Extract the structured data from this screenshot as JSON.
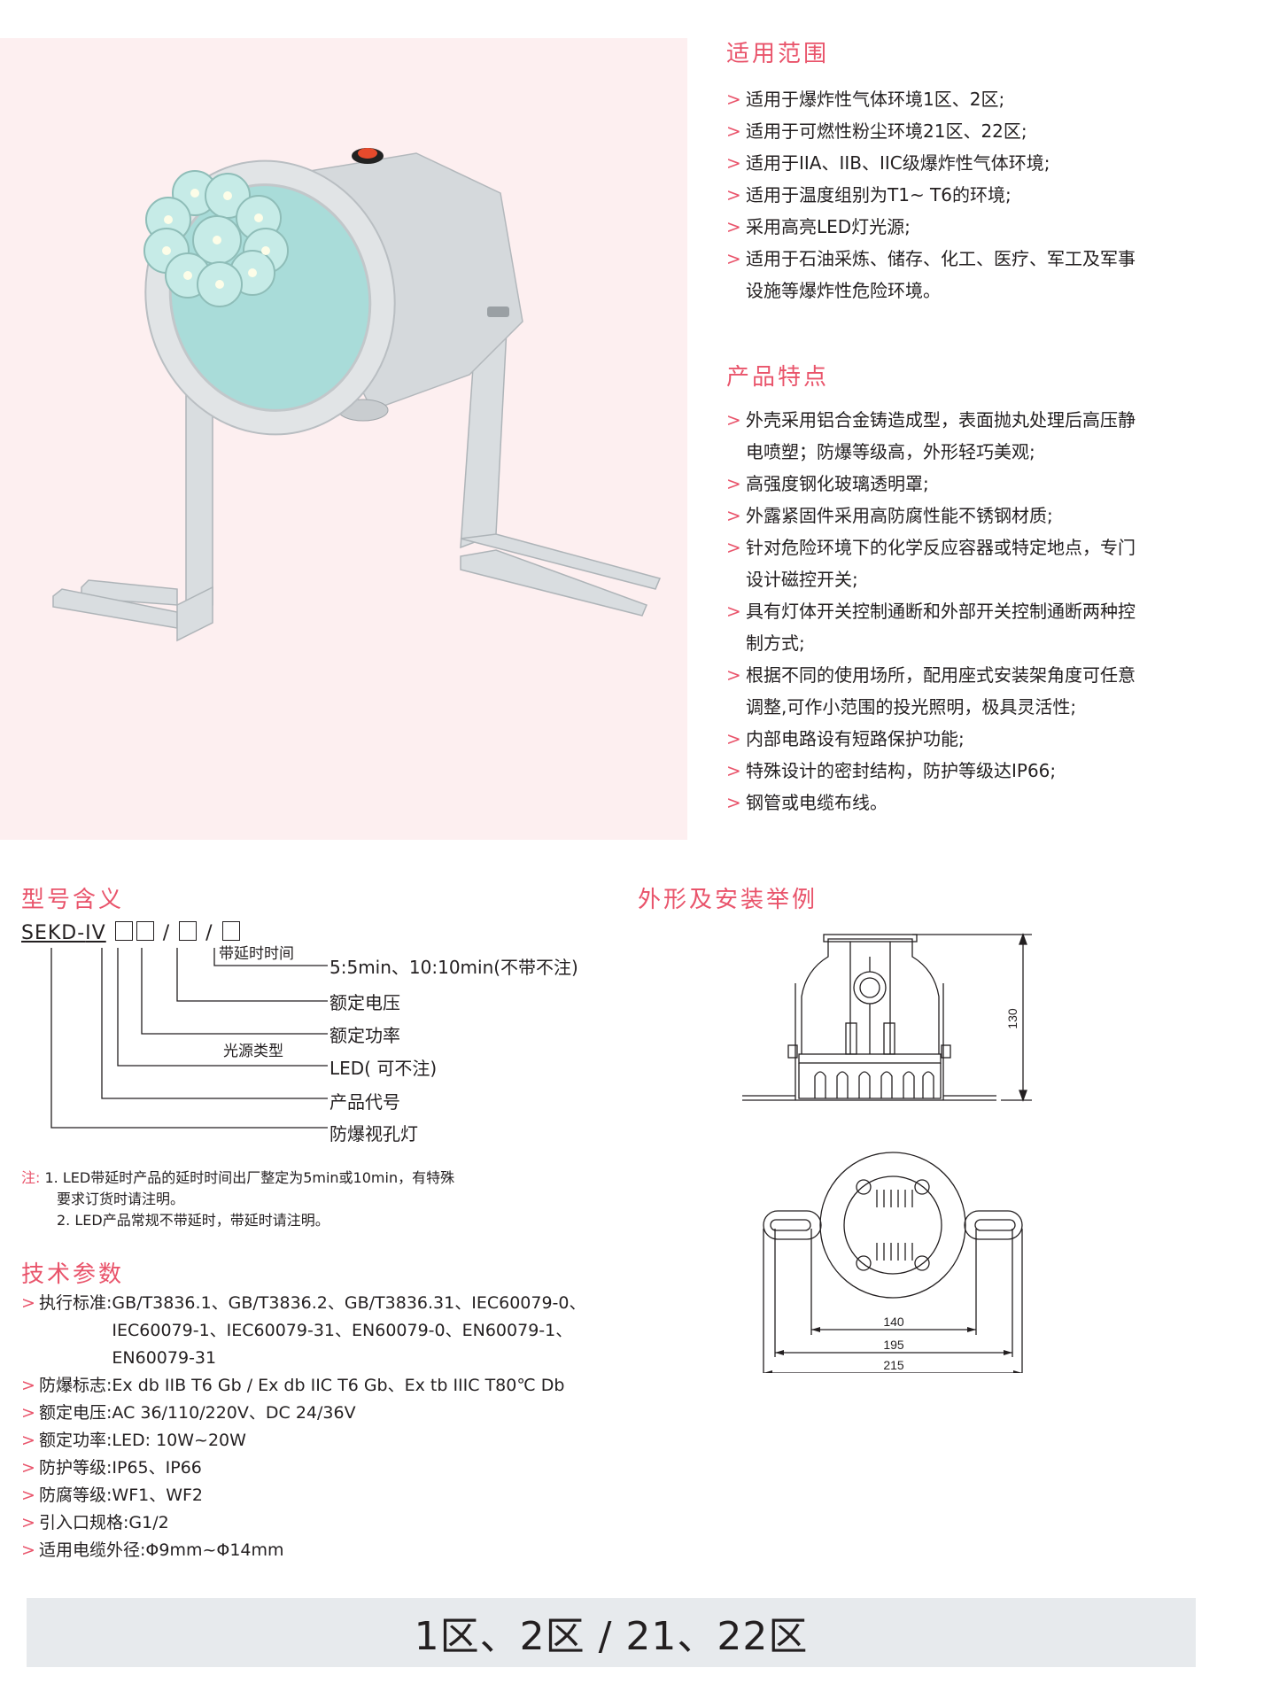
{
  "scope": {
    "title": "适用范围",
    "items": [
      "适用于爆炸性气体环境1区、2区;",
      "适用于可燃性粉尘环境21区、22区;",
      "适用于IIA、IIB、IIC级爆炸性气体环境;",
      "适用于温度组别为T1~ T6的环境;",
      "采用高亮LED灯光源;",
      [
        "适用于石油采炼、储存、化工、医疗、军工及军事",
        "设施等爆炸性危险环境。"
      ]
    ]
  },
  "features": {
    "title": "产品特点",
    "items": [
      [
        "外壳采用铝合金铸造成型，表面抛丸处理后高压静",
        "电喷塑；防爆等级高，外形轻巧美观;"
      ],
      "高强度钢化玻璃透明罩;",
      "外露紧固件采用高防腐性能不锈钢材质;",
      [
        "针对危险环境下的化学反应容器或特定地点，专门",
        "设计磁控开关;"
      ],
      [
        "具有灯体开关控制通断和外部开关控制通断两种控",
        "制方式;"
      ],
      [
        "根据不同的使用场所，配用座式安装架角度可任意",
        "调整,可作小范围的投光照明，极具灵活性;"
      ],
      "内部电路设有短路保护功能;",
      "特殊设计的密封结构，防护等级达IP66;",
      "钢管或电缆布线。"
    ]
  },
  "model": {
    "title": "型号含义",
    "code_prefix": "SEKD-",
    "code_series": "IV",
    "slash": "/",
    "labels": {
      "delay_time": "带延时时间",
      "delay_value": "5:5min、10:10min(不带不注)",
      "voltage": "额定电压",
      "power": "额定功率",
      "light_source_type": "光源类型",
      "light_source_value": "LED( 可不注)",
      "product_code": "产品代号",
      "product_name": "防爆视孔灯"
    },
    "notes": {
      "key": "注:",
      "line1": "1. LED带延时产品的延时时间出厂整定为5min或10min，有特殊",
      "line1b": "要求订货时请注明。",
      "line2": "2. LED产品常规不带延时，带延时请注明。"
    }
  },
  "tech": {
    "title": "技术参数",
    "items": [
      {
        "key": "执行标准:",
        "val": [
          "GB/T3836.1、GB/T3836.2、GB/T3836.31、IEC60079-0、",
          "IEC60079-1、IEC60079-31、EN60079-0、EN60079-1、",
          "EN60079-31"
        ]
      },
      {
        "key": "防爆标志:",
        "val": [
          "Ex db IIB T6 Gb / Ex db IIC T6 Gb、Ex tb IIIC T80℃ Db"
        ]
      },
      {
        "key": "额定电压:",
        "val": [
          "AC 36/110/220V、DC 24/36V"
        ]
      },
      {
        "key": "额定功率:",
        "val": [
          "LED: 10W~20W"
        ]
      },
      {
        "key": "防护等级:",
        "val": [
          "IP65、IP66"
        ]
      },
      {
        "key": "防腐等级:",
        "val": [
          "WF1、WF2"
        ]
      },
      {
        "key": "引入口规格:",
        "val": [
          "G1/2"
        ]
      },
      {
        "key": "适用电缆外径:",
        "val": [
          "Φ9mm~Φ14mm"
        ]
      }
    ]
  },
  "drawing": {
    "title": "外形及安装举例",
    "height_dim": "130",
    "dims": [
      "140",
      "195",
      "215"
    ]
  },
  "bottom_band": {
    "text": "1区、2区 / 21、22区"
  },
  "arrow": ">",
  "colors": {
    "accent": "#e9546b",
    "panel_pink": "#fdeff0",
    "band_gray": "#e7eaed",
    "text": "#231f20"
  }
}
